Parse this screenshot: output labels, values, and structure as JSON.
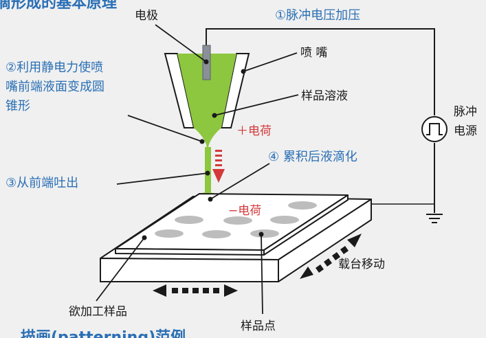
{
  "heading_top": "滴形成的基本原理",
  "heading_bottom": "描画(patterning)范例",
  "labels": {
    "electrode": "电极",
    "pulse_voltage": "①脉冲电压加压",
    "step2_line1": "②利用静电力使喷",
    "step2_line2": "嘴前端液面变成圆",
    "step2_line3": "锥形",
    "nozzle": "喷 嘴",
    "sample_solution": "样品溶液",
    "pulse_source_line1": "脉冲",
    "pulse_source_line2": "电源",
    "plus_charge": "＋电荷",
    "step4": "④ 累积后液滴化",
    "step3": "③从前端吐出",
    "minus_charge": "−电荷",
    "stage_move": "载台移动",
    "workpiece": "欲加工样品",
    "sample_dot": "样品点"
  },
  "colors": {
    "liquid": "#8dc63f",
    "label_blue": "#2a6fb5",
    "charge_red": "#d3383a",
    "line": "#1a1a1a",
    "dot_gray": "#bdbdbd",
    "background": "#f0f0f0"
  }
}
